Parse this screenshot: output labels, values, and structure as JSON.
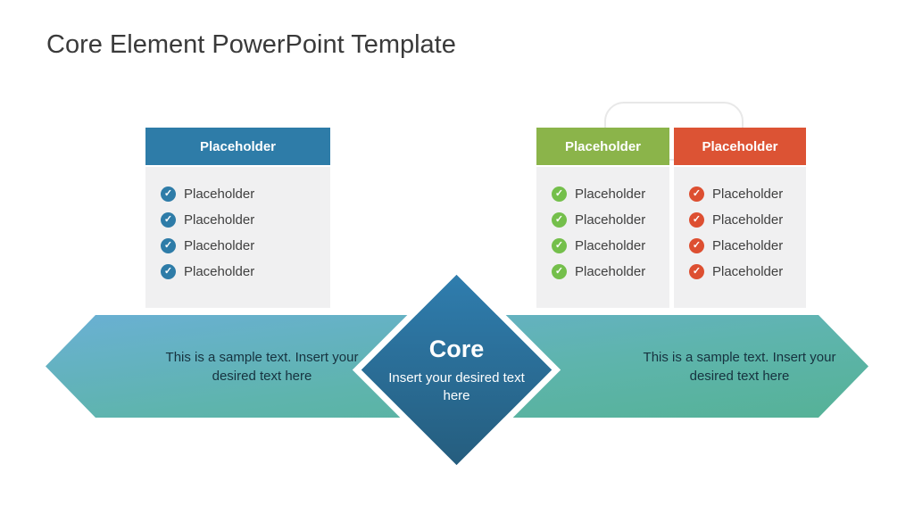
{
  "slide": {
    "title": "Core Element PowerPoint Template"
  },
  "icons": {
    "check_circle": "✓"
  },
  "tables": [
    {
      "name": "blue",
      "header": "Placeholder",
      "header_color": "#2e7ca8",
      "icon_color": "#2e7ca8",
      "items": [
        "Placeholder",
        "Placeholder",
        "Placeholder",
        "Placeholder"
      ]
    },
    {
      "name": "green",
      "header": "Placeholder",
      "header_color": "#8bb44a",
      "icon_color": "#74bf4b",
      "items": [
        "Placeholder",
        "Placeholder",
        "Placeholder",
        "Placeholder"
      ]
    },
    {
      "name": "orange",
      "header": "Placeholder",
      "header_color": "#dc5334",
      "icon_color": "#dd4f31",
      "items": [
        "Placeholder",
        "Placeholder",
        "Placeholder",
        "Placeholder"
      ]
    }
  ],
  "core": {
    "title": "Core",
    "subtitle": "Insert your desired text here",
    "gradient_top": "#2f7dae",
    "gradient_bottom": "#255d7e"
  },
  "banner": {
    "left_text": "This is a sample text. Insert your desired text here",
    "right_text": "This is a sample text. Insert your desired text here",
    "gradient_start": "#6ab0d4",
    "gradient_end": "#55b296",
    "text_color": "#16323f"
  }
}
